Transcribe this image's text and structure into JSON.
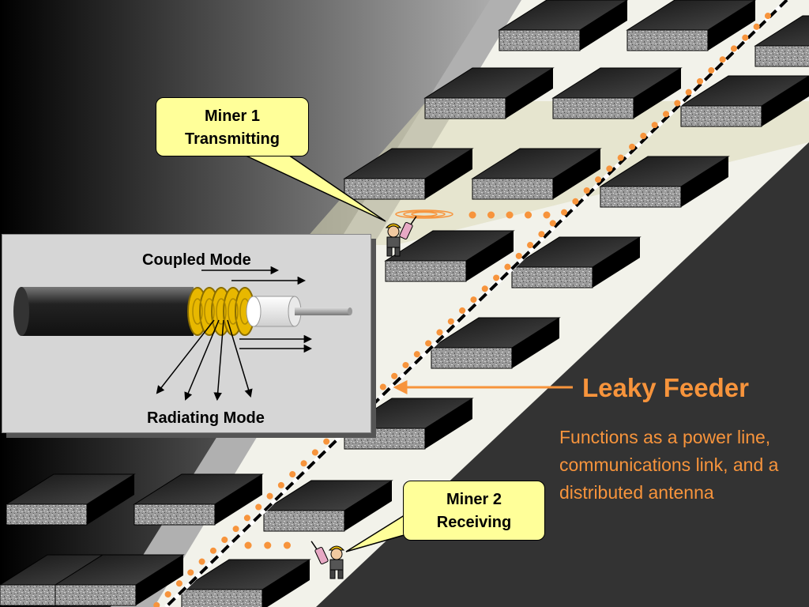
{
  "callouts": {
    "miner1": {
      "line1": "Miner 1",
      "line2": "Transmitting"
    },
    "miner2": {
      "line1": "Miner 2",
      "line2": "Receiving"
    }
  },
  "inset": {
    "coupled_label": "Coupled Mode",
    "radiating_label": "Radiating Mode"
  },
  "leaky_feeder": {
    "title": "Leaky Feeder",
    "description": "Functions as a power line, communications link,  and a distributed antenna"
  },
  "colors": {
    "accent": "#f7943c",
    "callout_fill": "#ffff99",
    "shield": "#e8b800",
    "pillar_top": "#2a2a2a",
    "background": "#333333"
  },
  "icons": [
    "miner-icon",
    "radio-icon",
    "coax-cable-icon"
  ]
}
